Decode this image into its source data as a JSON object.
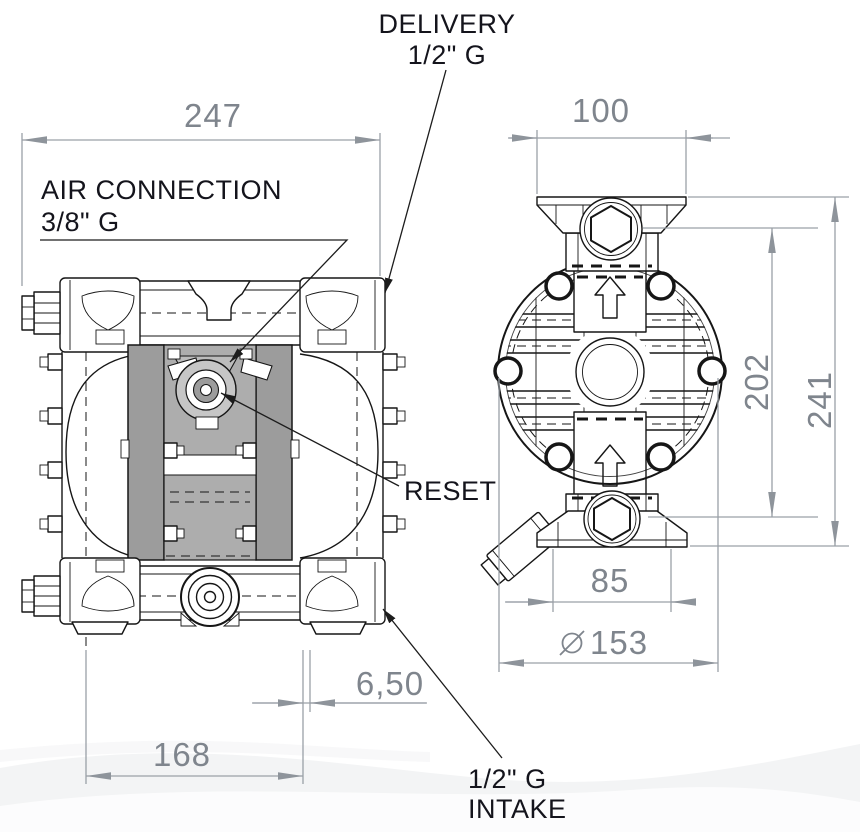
{
  "drawing": {
    "type": "technical-drawing-diaphragm-pump",
    "labels": {
      "delivery": {
        "line1": "DELIVERY",
        "line2": "1/2\" G"
      },
      "air_connection": {
        "line1": "AIR CONNECTION",
        "line2": "3/8\" G"
      },
      "reset": "RESET",
      "intake": {
        "line1": "1/2\" G",
        "line2": "INTAKE"
      }
    },
    "dimensions": {
      "front_overall_width": "247",
      "front_foot_spacing": "168",
      "front_center_offset": "6,50",
      "side_flange_width": "100",
      "side_port_to_port_height": "202",
      "side_overall_height": "241",
      "side_foot_width": "85",
      "side_body_diameter": "⌀ 153",
      "side_body_diameter_value": "153",
      "side_body_diameter_symbol": "⌀"
    },
    "icons": {
      "flow_direction": "up-arrow"
    },
    "colors": {
      "background": "#ffffff",
      "part_line": "#161616",
      "dimension_line": "#9aa0a7",
      "dimension_text": "#7f858d",
      "label_text": "#14141c",
      "clamp_band_fill": "#9c9c9c",
      "center_body_fill": "#adadad"
    }
  }
}
